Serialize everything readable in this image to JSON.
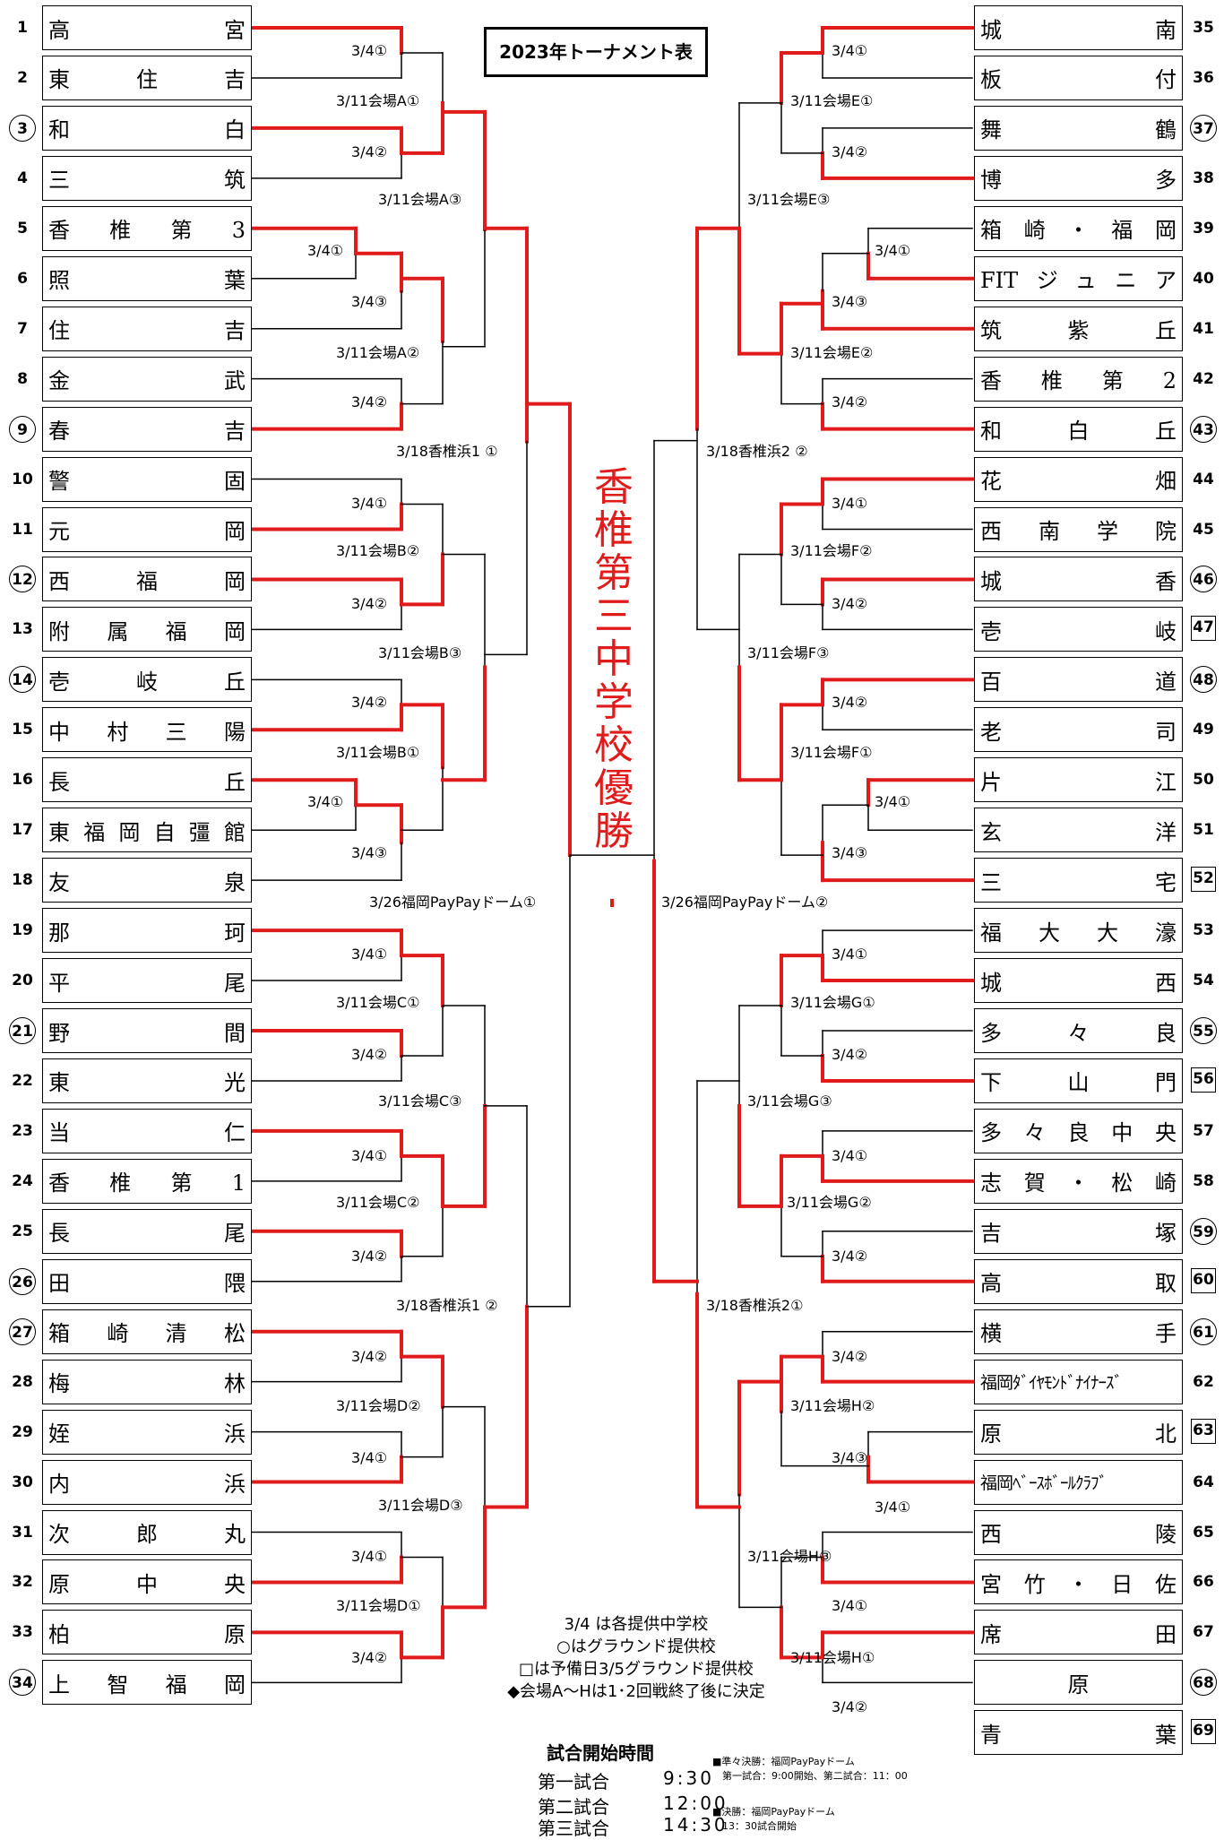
{
  "title": "2023年トーナメント表",
  "champion": "香椎第三中学校　優勝",
  "left_teams": [
    {
      "no": "1",
      "name": "高宮",
      "mark": ""
    },
    {
      "no": "2",
      "name": "東住吉",
      "mark": ""
    },
    {
      "no": "3",
      "name": "和白",
      "mark": "circle"
    },
    {
      "no": "4",
      "name": "三筑",
      "mark": ""
    },
    {
      "no": "5",
      "name": "香椎第3",
      "mark": ""
    },
    {
      "no": "6",
      "name": "照葉",
      "mark": ""
    },
    {
      "no": "7",
      "name": "住吉",
      "mark": ""
    },
    {
      "no": "8",
      "name": "金武",
      "mark": ""
    },
    {
      "no": "9",
      "name": "春吉",
      "mark": "circle"
    },
    {
      "no": "10",
      "name": "警固",
      "mark": ""
    },
    {
      "no": "11",
      "name": "元岡",
      "mark": ""
    },
    {
      "no": "12",
      "name": "西福岡",
      "mark": "circle"
    },
    {
      "no": "13",
      "name": "附属福岡",
      "mark": ""
    },
    {
      "no": "14",
      "name": "壱岐丘",
      "mark": "circle"
    },
    {
      "no": "15",
      "name": "中村三陽",
      "mark": ""
    },
    {
      "no": "16",
      "name": "長丘",
      "mark": ""
    },
    {
      "no": "17",
      "name": "東福岡自彊館",
      "mark": ""
    },
    {
      "no": "18",
      "name": "友泉",
      "mark": ""
    },
    {
      "no": "19",
      "name": "那珂",
      "mark": ""
    },
    {
      "no": "20",
      "name": "平尾",
      "mark": ""
    },
    {
      "no": "21",
      "name": "野間",
      "mark": "circle"
    },
    {
      "no": "22",
      "name": "東光",
      "mark": ""
    },
    {
      "no": "23",
      "name": "当仁",
      "mark": ""
    },
    {
      "no": "24",
      "name": "香椎第1",
      "mark": ""
    },
    {
      "no": "25",
      "name": "長尾",
      "mark": ""
    },
    {
      "no": "26",
      "name": "田隈",
      "mark": "circle"
    },
    {
      "no": "27",
      "name": "箱崎清松",
      "mark": "circle"
    },
    {
      "no": "28",
      "name": "梅林",
      "mark": ""
    },
    {
      "no": "29",
      "name": "姪浜",
      "mark": ""
    },
    {
      "no": "30",
      "name": "内浜",
      "mark": ""
    },
    {
      "no": "31",
      "name": "次郎丸",
      "mark": ""
    },
    {
      "no": "32",
      "name": "原中央",
      "mark": ""
    },
    {
      "no": "33",
      "name": "柏原",
      "mark": ""
    },
    {
      "no": "34",
      "name": "上智福岡",
      "mark": "circle"
    }
  ],
  "right_teams": [
    {
      "no": "35",
      "name": "城南",
      "mark": ""
    },
    {
      "no": "36",
      "name": "板付",
      "mark": ""
    },
    {
      "no": "37",
      "name": "舞鶴",
      "mark": "circle"
    },
    {
      "no": "38",
      "name": "博多",
      "mark": ""
    },
    {
      "no": "39",
      "name": "箱崎・福岡",
      "mark": ""
    },
    {
      "no": "40",
      "name": "FITジュニア",
      "mark": ""
    },
    {
      "no": "41",
      "name": "筑紫丘",
      "mark": ""
    },
    {
      "no": "42",
      "name": "香椎第2",
      "mark": ""
    },
    {
      "no": "43",
      "name": "和白丘",
      "mark": "circle"
    },
    {
      "no": "44",
      "name": "花畑",
      "mark": ""
    },
    {
      "no": "45",
      "name": "西南学院",
      "mark": ""
    },
    {
      "no": "46",
      "name": "城香",
      "mark": "circle"
    },
    {
      "no": "47",
      "name": "壱岐",
      "mark": "square"
    },
    {
      "no": "48",
      "name": "百道",
      "mark": "circle"
    },
    {
      "no": "49",
      "name": "老司",
      "mark": ""
    },
    {
      "no": "50",
      "name": "片江",
      "mark": ""
    },
    {
      "no": "51",
      "name": "玄洋",
      "mark": ""
    },
    {
      "no": "52",
      "name": "三宅",
      "mark": "square"
    },
    {
      "no": "53",
      "name": "福大大濠",
      "mark": ""
    },
    {
      "no": "54",
      "name": "城西",
      "mark": ""
    },
    {
      "no": "55",
      "name": "多々良",
      "mark": "circle"
    },
    {
      "no": "56",
      "name": "下山門",
      "mark": "square"
    },
    {
      "no": "57",
      "name": "多々良中央",
      "mark": ""
    },
    {
      "no": "58",
      "name": "志賀・松崎",
      "mark": ""
    },
    {
      "no": "59",
      "name": "吉塚",
      "mark": "circle"
    },
    {
      "no": "60",
      "name": "高取",
      "mark": "square"
    },
    {
      "no": "61",
      "name": "横手",
      "mark": "circle"
    },
    {
      "no": "62",
      "name": "福岡ﾀﾞｲﾔﾓﾝﾄﾞﾅｲﾅｰｽﾞ",
      "mark": ""
    },
    {
      "no": "63",
      "name": "原北",
      "mark": "square"
    },
    {
      "no": "64",
      "name": "福岡ﾍﾞｰｽﾎﾞｰﾙｸﾗﾌﾞ",
      "mark": ""
    },
    {
      "no": "65",
      "name": "西陵",
      "mark": ""
    },
    {
      "no": "66",
      "name": "宮竹・日佐",
      "mark": ""
    },
    {
      "no": "67",
      "name": "席田",
      "mark": ""
    },
    {
      "no": "68",
      "name": "原",
      "mark": "circle"
    },
    {
      "no": "69",
      "name": "青葉",
      "mark": "square"
    }
  ],
  "match_labels": {
    "l_r1_1": "3/4①",
    "l_r1_2": "3/4②",
    "l_r1_3": "3/4①",
    "l_r1_4": "3/4③",
    "l_r1_5": "3/4②",
    "l_r1_6": "3/4①",
    "l_r1_7": "3/4②",
    "l_r1_8": "3/4②",
    "l_r1_9": "3/4①",
    "l_r1_10": "3/4③",
    "l_r1_11": "3/4①",
    "l_r1_12": "3/4②",
    "l_r1_13": "3/4①",
    "l_r1_14": "3/4②",
    "l_r1_15": "3/4②",
    "l_r1_16": "3/4①",
    "l_r1_17": "3/4①",
    "l_r1_18": "3/4②",
    "l_A1": "3/11会場A①",
    "l_A2": "3/11会場A②",
    "l_A3": "3/11会場A③",
    "l_B2": "3/11会場B②",
    "l_B1": "3/11会場B①",
    "l_B3": "3/11会場B③",
    "l_C1": "3/11会場C①",
    "l_C2": "3/11会場C②",
    "l_C3": "3/11会場C③",
    "l_D2": "3/11会場D②",
    "l_D1": "3/11会場D①",
    "l_D3": "3/11会場D③",
    "l_SF1": "3/18香椎浜1 ①",
    "l_SF2": "3/18香椎浜1 ②",
    "l_F": "3/26福岡PayPayドーム①",
    "r_r1_1": "3/4①",
    "r_r1_2": "3/4②",
    "r_r1_3": "3/4①",
    "r_r1_4": "3/4③",
    "r_r1_5": "3/4②",
    "r_r1_6": "3/4①",
    "r_r1_7": "3/4②",
    "r_r1_8": "3/4②",
    "r_r1_9": "3/4①",
    "r_r1_10": "3/4③",
    "r_r1_11": "3/4①",
    "r_r1_12": "3/4②",
    "r_r1_13": "3/4①",
    "r_r1_14": "3/4②",
    "r_r1_15": "3/4②",
    "r_r1_16": "3/4③",
    "r_r1_17": "3/4①",
    "r_r1_18": "3/4①",
    "r_r1_19": "3/4②",
    "r_E1": "3/11会場E①",
    "r_E2": "3/11会場E②",
    "r_E3": "3/11会場E③",
    "r_F2": "3/11会場F②",
    "r_F1": "3/11会場F①",
    "r_F3": "3/11会場F③",
    "r_G1": "3/11会場G①",
    "r_G2": "3/11会場G②",
    "r_G3": "3/11会場G③",
    "r_H2": "3/11会場H②",
    "r_H1": "3/11会場H①",
    "r_H3": "3/11会場H③",
    "r_SF1": "3/18香椎浜2 ②",
    "r_SF2": "3/18香椎浜2①",
    "r_F": "3/26福岡PayPayドーム②"
  },
  "notes": [
    "3/4 は各提供中学校",
    "○はグラウンド提供校",
    "□は予備日3/5グラウンド提供校",
    "◆会場A～Hは1･2回戦終了後に決定"
  ],
  "times": {
    "heading": "試合開始時間",
    "rows": [
      {
        "label": "第一試合",
        "value": "9:30"
      },
      {
        "label": "第二試合",
        "value": "12:00"
      },
      {
        "label": "第三試合",
        "value": "14:30"
      }
    ]
  },
  "small_notes": [
    "■準々決勝：福岡PayPayドーム",
    "　第一試合：9:00開始、第二試合：11：00",
    "■決勝：福岡PayPayドーム",
    "　13：30試合開始"
  ],
  "colors": {
    "win": "#e01b1b",
    "line": "#000000"
  }
}
